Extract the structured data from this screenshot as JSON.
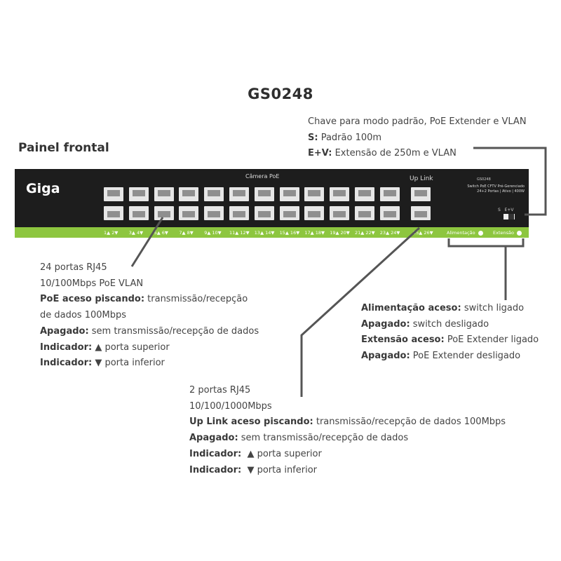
{
  "model_title": "GS0248",
  "panel_label": "Painel frontal",
  "device": {
    "logo": "Giga",
    "camera_label": "Câmera PoE",
    "uplink_label": "Up Link",
    "model_small": "GS0248",
    "spec_line1": "Switch PoE CFTV Pré-Gerenciado",
    "spec_line2": "24+2 Portas | Ativo | 400W",
    "mode_switch": "S   E+V",
    "port_numbers": [
      "1▲ 2▼",
      "3▲ 4▼",
      "5▲ 6▼",
      "7▲ 8▼",
      "9▲ 10▼",
      "11▲ 12▼",
      "13▲ 14▼",
      "15▲ 16▼",
      "17▲ 18▼",
      "19▲ 20▼",
      "21▲ 22▼",
      "23▲ 24▼"
    ],
    "uplink_numbers": "25▲ 26▼",
    "led_power": "Alimentação",
    "led_extend": "Extensão"
  },
  "annotations": {
    "mode_key": {
      "line1": "Chave para modo padrão, PoE Extender e VLAN",
      "s_label": "S:",
      "s_text": " Padrão 100m",
      "ev_label": "E+V:",
      "ev_text": " Extensão de 250m e VLAN"
    },
    "ports24": {
      "line1": "24 portas RJ45",
      "line2": "10/100Mbps PoE VLAN",
      "blink_label": "PoE aceso piscando:",
      "blink_text": " transmissão/recepção",
      "blink_text2": "de dados 100Mbps",
      "off_label": "Apagado:",
      "off_text": " sem transmissão/recepção de dados",
      "ind_label": "Indicador:",
      "ind_up": "▲ porta superior",
      "ind_down": "▼ porta inferior"
    },
    "leds": {
      "power_on_label": "Alimentação aceso:",
      "power_on_text": " switch ligado",
      "power_off_label": "Apagado:",
      "power_off_text": " switch desligado",
      "ext_on_label": "Extensão aceso:",
      "ext_on_text": " PoE Extender ligado",
      "ext_off_label": "Apagado:",
      "ext_off_text": " PoE Extender desligado"
    },
    "uplink": {
      "line1": "2 portas RJ45",
      "line2": "10/100/1000Mbps",
      "blink_label": "Up Link aceso piscando:",
      "blink_text": " transmissão/recepção de dados 100Mbps",
      "off_label": "Apagado:",
      "off_text": " sem transmissão/recepção de dados",
      "ind_label": "Indicador:",
      "ind_up": "▲ porta superior",
      "ind_down": "▼ porta inferior"
    }
  },
  "colors": {
    "panel": "#1d1d1d",
    "led_bar": "#8dc63f",
    "leader_line": "#555555"
  }
}
